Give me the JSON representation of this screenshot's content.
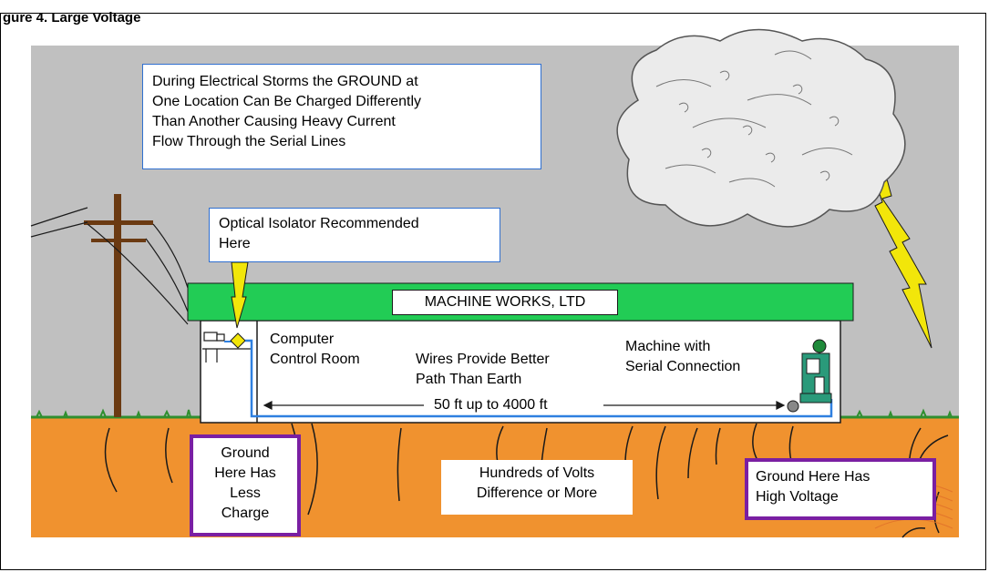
{
  "caption": "gure 4. Large Voltage",
  "storm_note": [
    "During Electrical Storms the GROUND at",
    "One Location Can Be Charged Differently",
    "Than Another Causing Heavy Current",
    "Flow Through the Serial  Lines"
  ],
  "isolator_note": [
    "Optical Isolator Recommended",
    "Here"
  ],
  "building_sign": "MACHINE WORKS, LTD",
  "computer_room": [
    "Computer",
    "Control Room"
  ],
  "wires_note": [
    "Wires Provide Better",
    "Path Than Earth"
  ],
  "machine_label": [
    "Machine with",
    "Serial Connection"
  ],
  "distance_label": "50 ft up to 4000 ft",
  "ground_left": [
    "Ground",
    "Here Has",
    "Less",
    "Charge"
  ],
  "ground_middle": [
    "Hundreds of Volts",
    "Difference or More"
  ],
  "ground_right": [
    "Ground Here Has",
    "High Voltage"
  ],
  "colors": {
    "sky": "#c0c0c0",
    "earth": "#f0922f",
    "grass": "#2f8f2f",
    "roof": "#22cc55",
    "bolt": "#f2e60a",
    "wire": "#2f80e0",
    "pole": "#6b3a12",
    "purple_border": "#7a1fa2",
    "blue_border": "#2f6fd0"
  }
}
